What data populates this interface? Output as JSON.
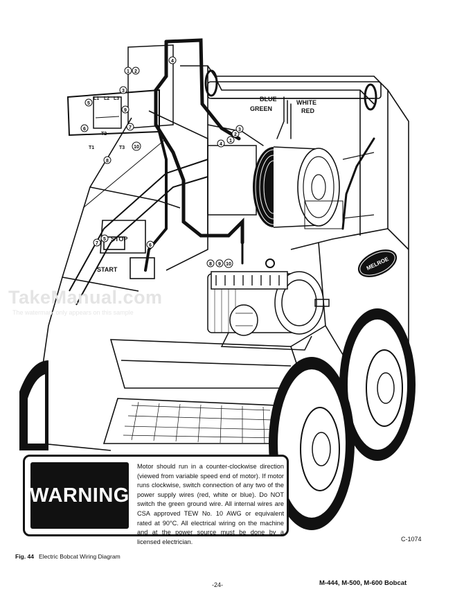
{
  "figure": {
    "wire_colors": {
      "blue": "BLUE",
      "white": "WHITE",
      "green": "GREEN",
      "red": "RED"
    },
    "switch_labels": {
      "stop": "STOP",
      "start": "START"
    },
    "terminal_labels": {
      "l1": "L1",
      "l2": "L2",
      "l3": "L3",
      "t1": "T1",
      "t2": "T2",
      "t3": "T3"
    },
    "numbers": [
      "1",
      "2",
      "3",
      "4",
      "5",
      "6",
      "7",
      "8",
      "9",
      "10"
    ],
    "brand_plate": "MELROE",
    "figure_code": "C-1074"
  },
  "watermark": {
    "text": "TakeManual.com",
    "subtext": "The watermark only appears on this sample"
  },
  "warning": {
    "label": "WARNING",
    "text": "Motor should run in a counter-clockwise direction (viewed from variable speed end of motor). If motor runs clockwise, switch connection of any two of the power supply wires (red, white or blue). Do NOT switch the green ground wire. All internal wires are CSA approved TEW No. 10 AWG or equivalent rated at 90°C. All electrical wiring on the machine and at the power source must be done by a licensed electrician."
  },
  "caption": {
    "fig_number": "Fig. 44",
    "title": "Electric Bobcat Wiring Diagram"
  },
  "footer": {
    "page_number": "-24-",
    "models": "M-444, M-500, M-600 Bobcat"
  }
}
